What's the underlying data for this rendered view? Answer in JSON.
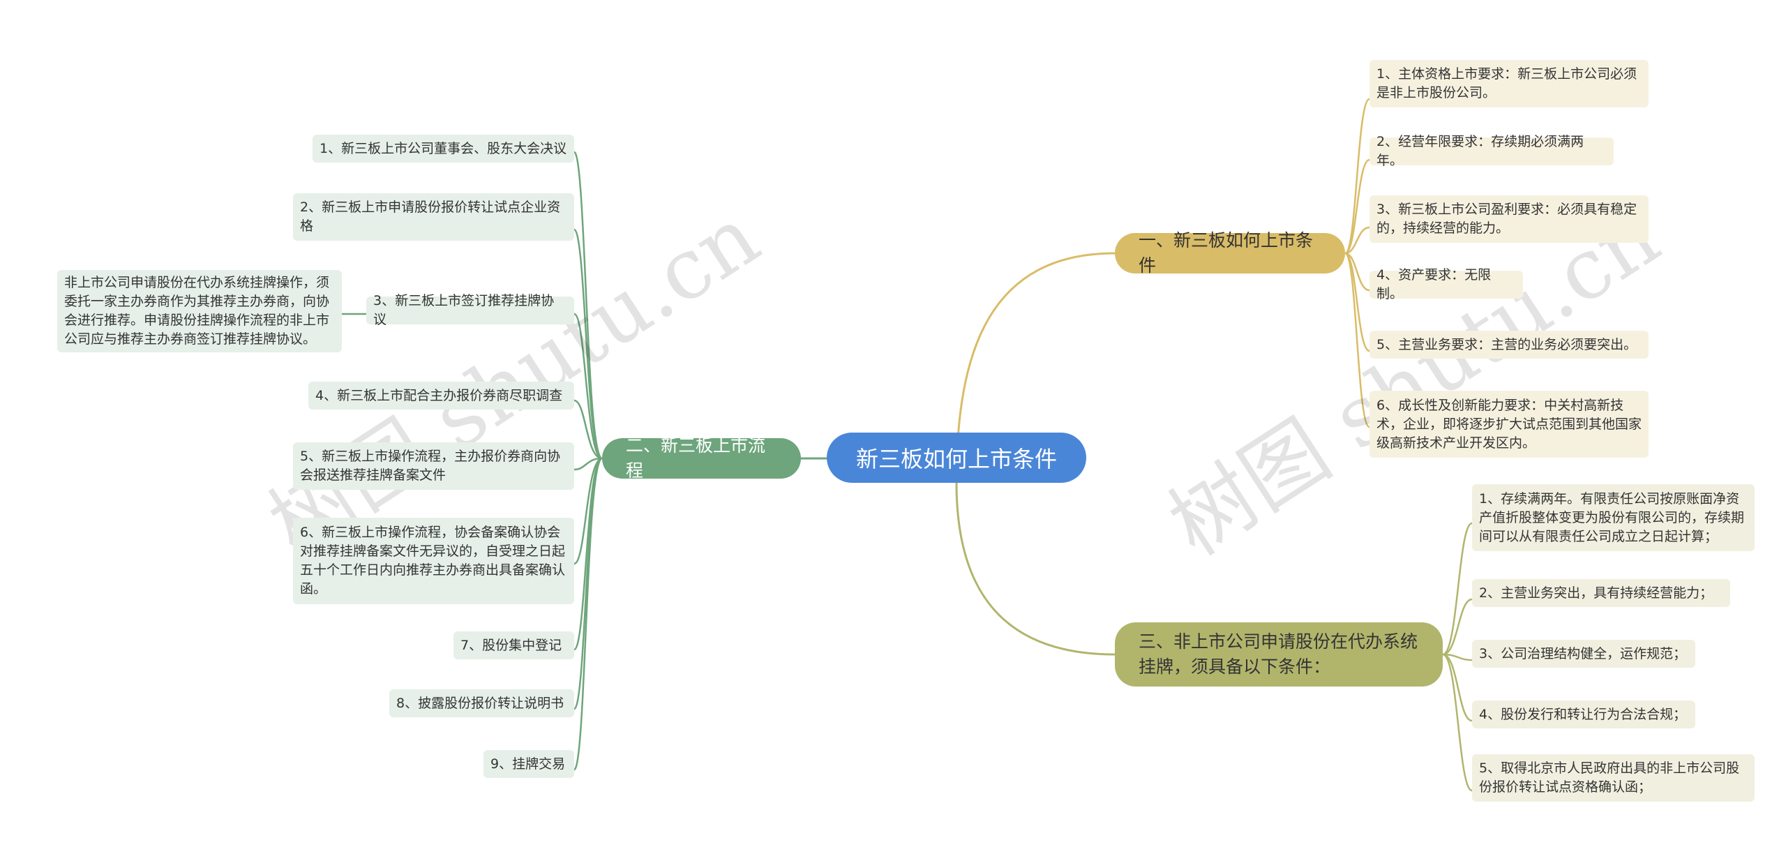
{
  "root": "新三板如何上市条件",
  "branch1": {
    "title": "一、新三板如何上市条件",
    "items": [
      "1、主体资格上市要求：新三板上市公司必须是非上市股份公司。",
      "2、经营年限要求：存续期必须满两年。",
      "3、新三板上市公司盈利要求：必须具有稳定的，持续经营的能力。",
      "4、资产要求：无限制。",
      "5、主营业务要求：主营的业务必须要突出。",
      "6、成长性及创新能力要求：中关村高新技术，企业，即将逐步扩大试点范围到其他国家级高新技术产业开发区内。"
    ]
  },
  "branch2": {
    "title": "二、新三板上市流程",
    "items": [
      "1、新三板上市公司董事会、股东大会决议",
      "2、新三板上市申请股份报价转让试点企业资格",
      "3、新三板上市签订推荐挂牌协议",
      "4、新三板上市配合主办报价券商尽职调查",
      "5、新三板上市操作流程，主办报价券商向协会报送推荐挂牌备案文件",
      "6、新三板上市操作流程，协会备案确认协会对推荐挂牌备案文件无异议的，自受理之日起五十个工作日内向推荐主办券商出具备案确认函。",
      "7、股份集中登记",
      "8、披露股份报价转让说明书",
      "9、挂牌交易"
    ],
    "sub_note": "非上市公司申请股份在代办系统挂牌操作，须委托一家主办券商作为其推荐主办券商，向协会进行推荐。申请股份挂牌操作流程的非上市公司应与推荐主办券商签订推荐挂牌协议。"
  },
  "branch3": {
    "title": "三、非上市公司申请股份在代办系统挂牌，须具备以下条件：",
    "items": [
      "1、存续满两年。有限责任公司按原账面净资产值折股整体变更为股份有限公司的，存续期间可以从有限责任公司成立之日起计算；",
      "2、主营业务突出，具有持续经营能力；",
      "3、公司治理结构健全，运作规范；",
      "4、股份发行和转让行为合法合规；",
      "5、取得北京市人民政府出具的非上市公司股份报价转让试点资格确认函；"
    ]
  },
  "watermark": "树图 shutu.cn",
  "colors": {
    "root": "#4a86d8",
    "branch1": "#d9bc67",
    "branch2": "#6ea57c",
    "branch3": "#b1b56c"
  }
}
